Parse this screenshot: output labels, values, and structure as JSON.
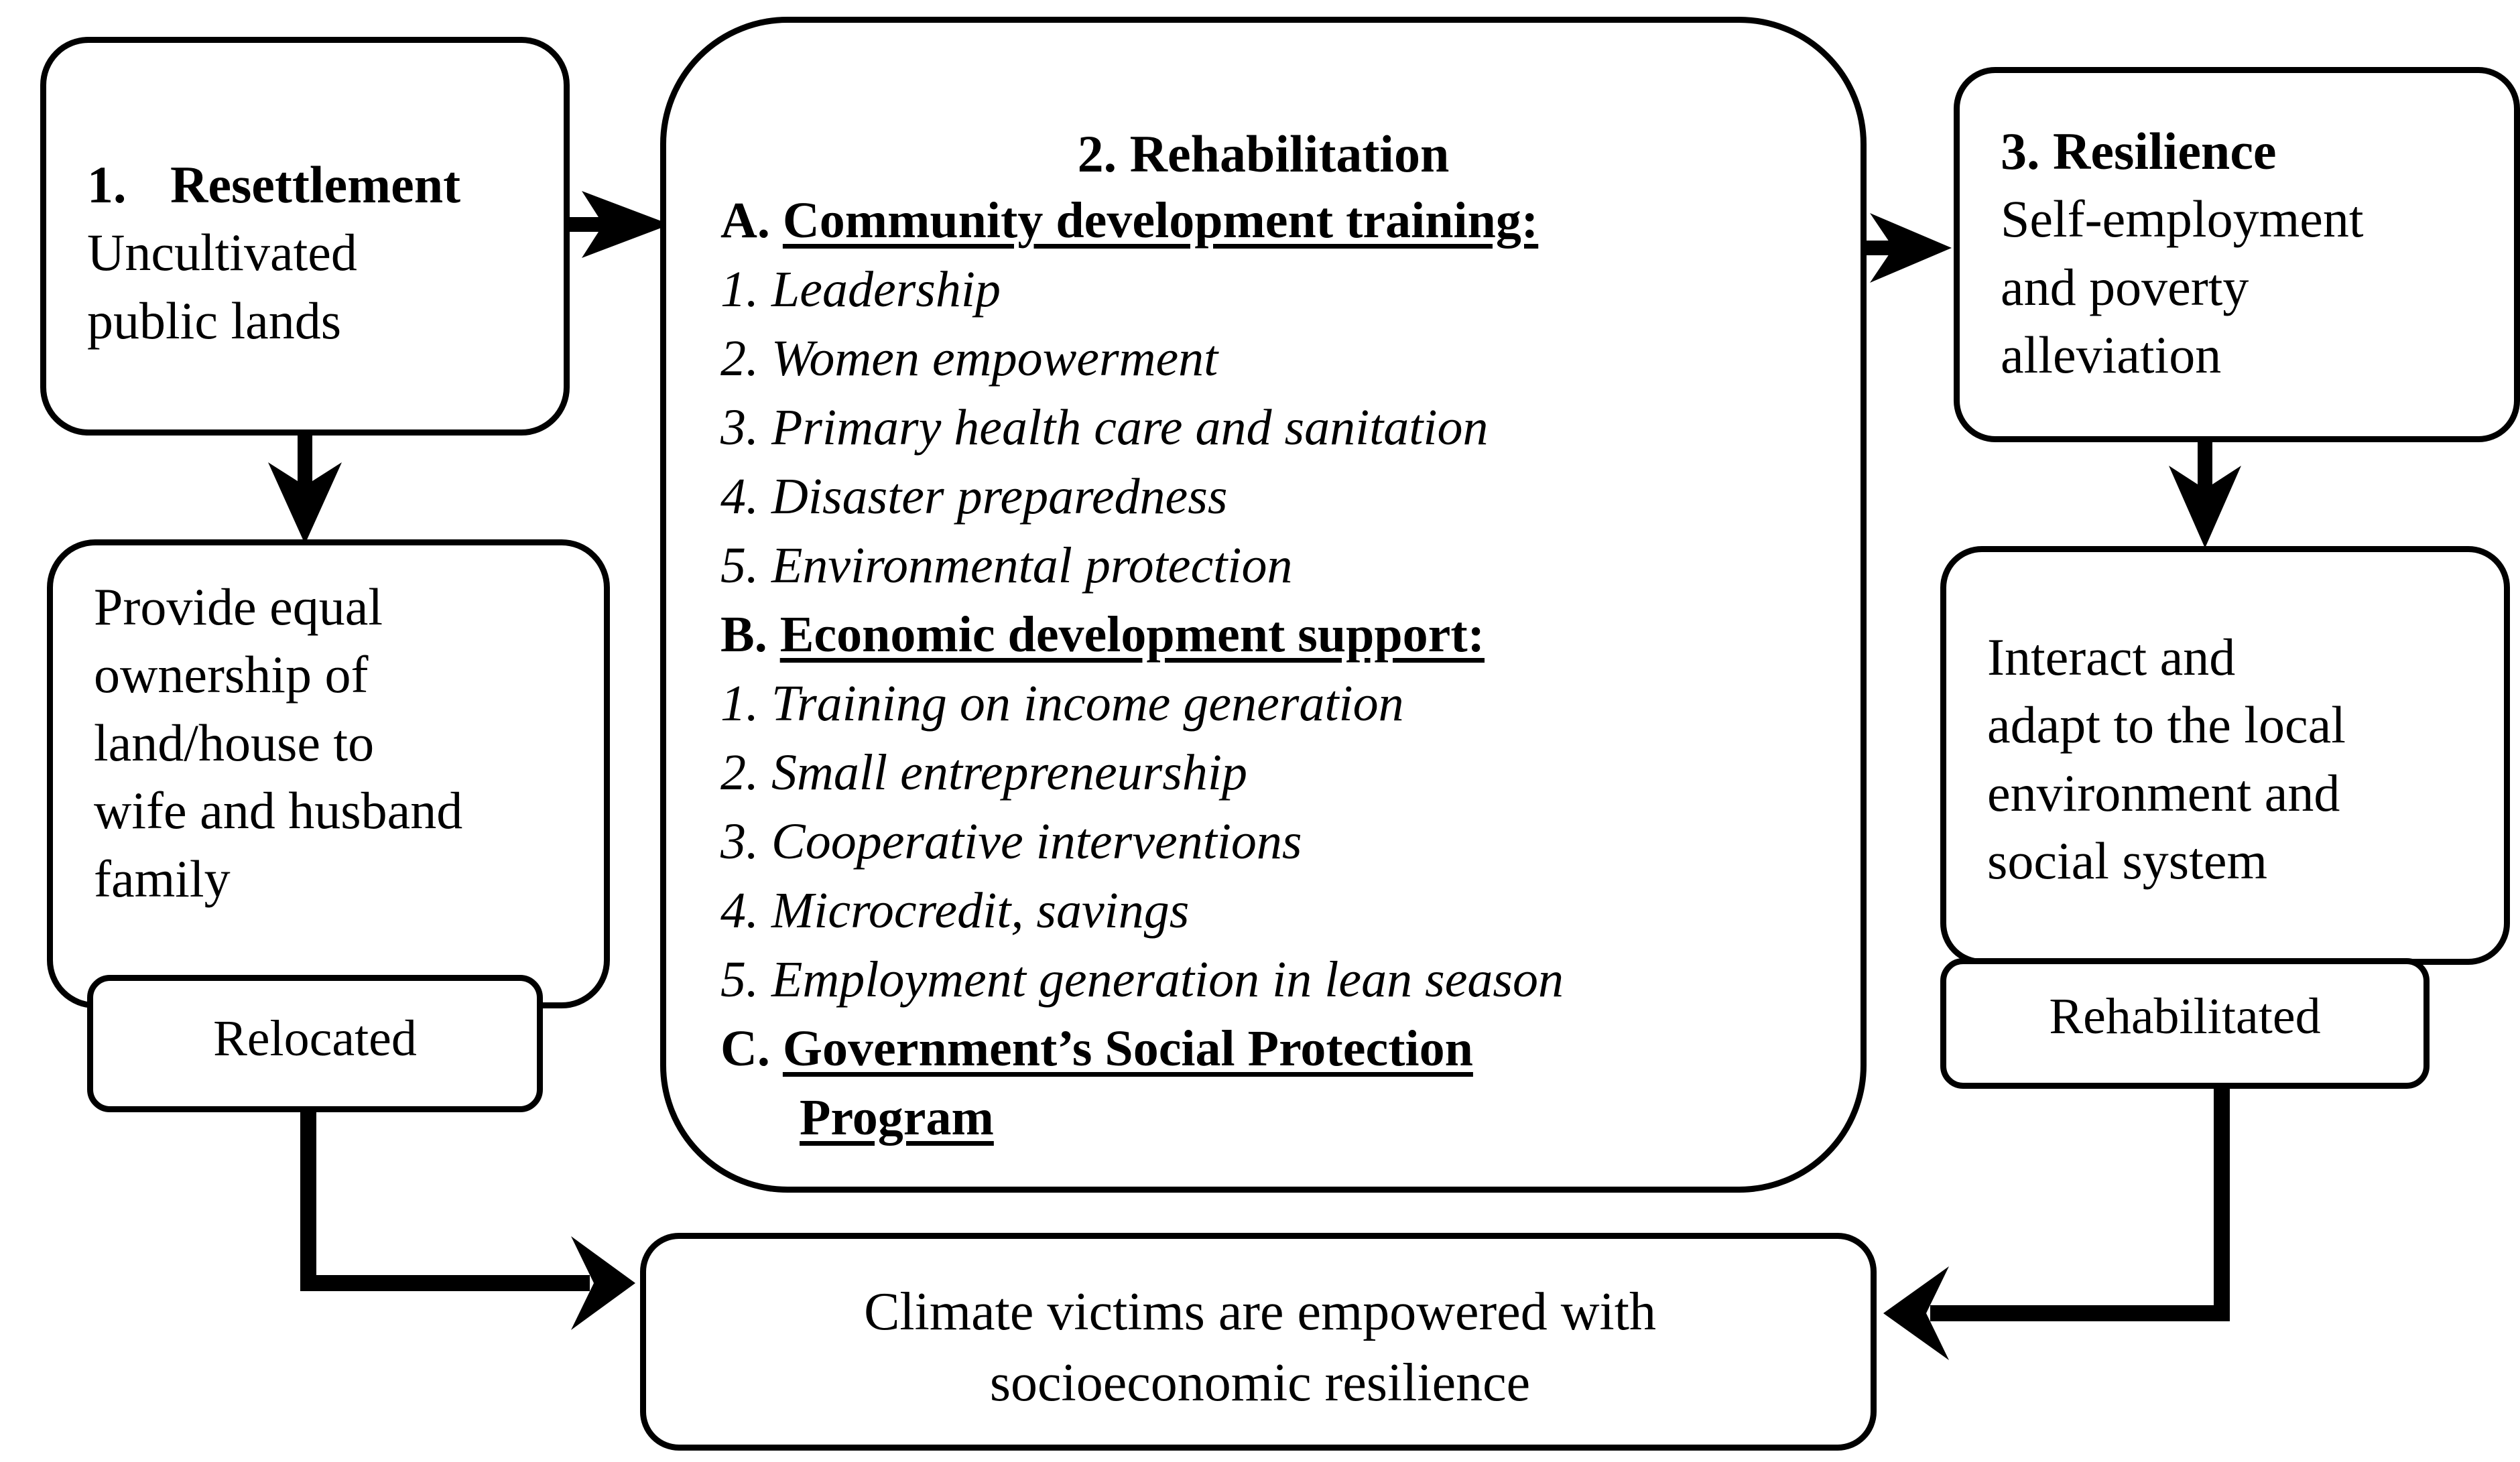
{
  "diagram": {
    "title_flow": "Resettlement - Rehabilitation - Resilience framework",
    "stroke_color": "#000000",
    "background_color": "#ffffff"
  },
  "box1": {
    "number": "1.",
    "heading": "Resettlement",
    "line2": "Uncultivated",
    "line3": "public lands"
  },
  "box1b": {
    "line1": "Provide equal",
    "line2": "ownership of",
    "line3": "land/house to",
    "line4": "wife and husband",
    "line5": "family"
  },
  "relocated": {
    "label": "Relocated"
  },
  "box2": {
    "heading": "2. Rehabilitation",
    "section_a": {
      "letter": "A.",
      "title": "Community development training:"
    },
    "a_items": [
      "1. Leadership",
      "2. Women empowerment",
      "3. Primary health care and sanitation",
      "4. Disaster preparedness",
      "5. Environmental protection"
    ],
    "section_b": {
      "letter": "B.",
      "title": "Economic development support: "
    },
    "b_items": [
      "1. Training on income generation",
      "2. Small entrepreneurship",
      "3. Cooperative interventions",
      "4. Microcredit, savings",
      "5. Employment generation in lean season"
    ],
    "section_c": {
      "letter": "C.",
      "title": "Government’s Social Protection ",
      "title_line2": "Program"
    }
  },
  "box3": {
    "heading": "3. Resilience",
    "line2": "Self-employment",
    "line3": "and poverty",
    "line4": "alleviation"
  },
  "box3b": {
    "line1": "Interact and",
    "line2": "adapt to the local",
    "line3": "environment and",
    "line4": "social system"
  },
  "rehabilitated": {
    "label": "Rehabilitated"
  },
  "bottom": {
    "line1": "Climate victims are empowered with",
    "line2": "socioeconomic resilience"
  },
  "arrows": [
    {
      "name": "box1-to-box2",
      "direction": "right"
    },
    {
      "name": "box1-to-box1b",
      "direction": "down"
    },
    {
      "name": "box2-to-box3",
      "direction": "right"
    },
    {
      "name": "box3-to-box3b",
      "direction": "down"
    },
    {
      "name": "relocated-to-bottom",
      "direction": "elbow-right"
    },
    {
      "name": "rehabilitated-to-bottom",
      "direction": "elbow-left"
    }
  ]
}
